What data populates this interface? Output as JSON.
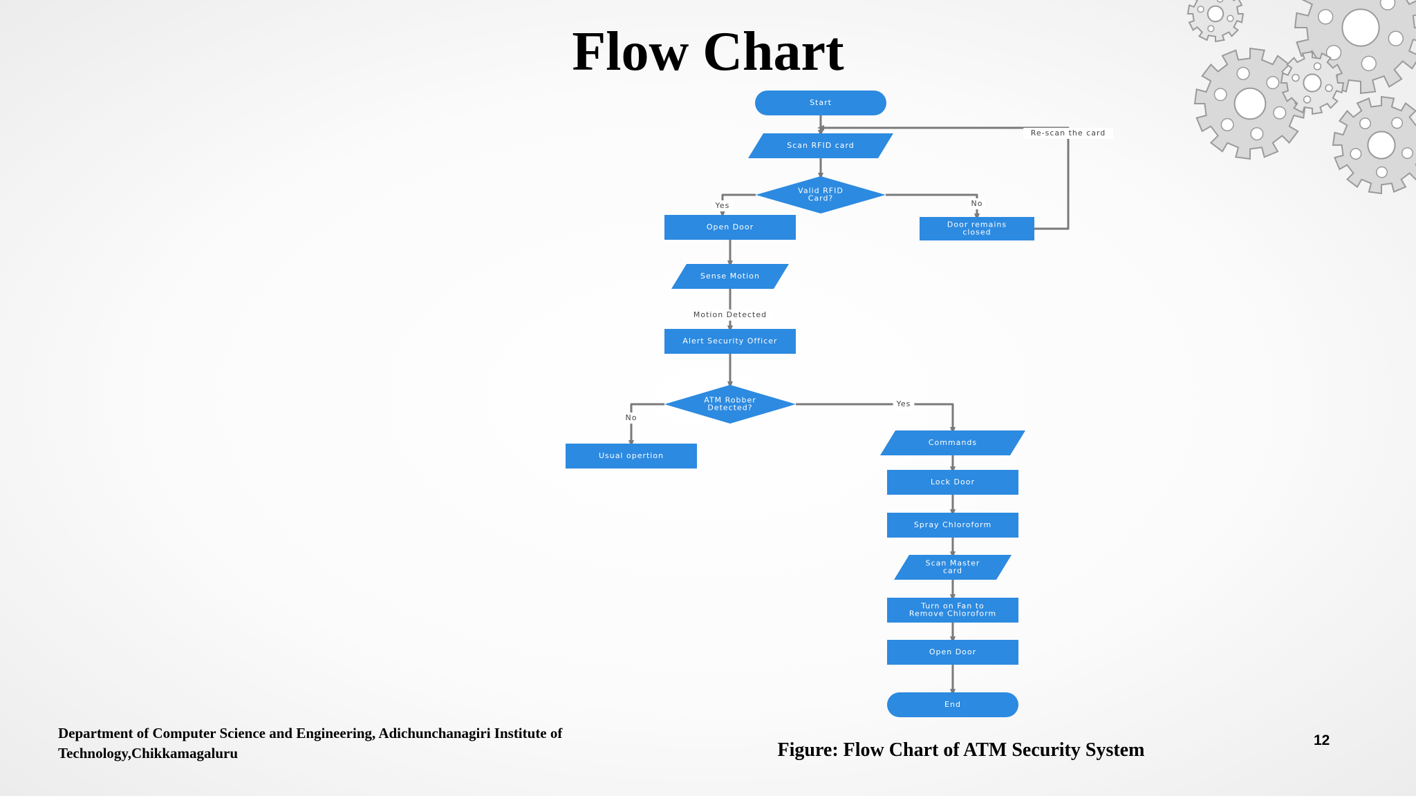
{
  "slide": {
    "title": "Flow Chart",
    "department": "Department of Computer Science and Engineering, Adichunchanagiri Institute of Technology,Chikkamagaluru",
    "caption": "Figure: Flow Chart of ATM Security System",
    "page_number": "12"
  },
  "colors": {
    "node_fill": "#2c8ae0",
    "edge": "#7a7a7a",
    "gear_light": "#d9d9d9",
    "gear_dark": "#9a9a9a"
  },
  "flowchart": {
    "nodes": [
      {
        "id": "start",
        "shape": "terminal",
        "lines": [
          "Start"
        ]
      },
      {
        "id": "scan_rfid",
        "shape": "parallelogram",
        "lines": [
          "Scan RFID card"
        ]
      },
      {
        "id": "valid_rfid",
        "shape": "diamond",
        "lines": [
          "Valid RFID",
          "Card?"
        ]
      },
      {
        "id": "open_door_1",
        "shape": "process",
        "lines": [
          "Open Door"
        ]
      },
      {
        "id": "door_closed",
        "shape": "process",
        "lines": [
          "Door remains",
          "closed"
        ]
      },
      {
        "id": "sense_motion",
        "shape": "parallelogram",
        "lines": [
          "Sense Motion"
        ]
      },
      {
        "id": "alert",
        "shape": "process",
        "lines": [
          "Alert Security Officer"
        ]
      },
      {
        "id": "robber",
        "shape": "diamond",
        "lines": [
          "ATM Robber",
          "Detected?"
        ]
      },
      {
        "id": "usual",
        "shape": "process",
        "lines": [
          "Usual opertion"
        ]
      },
      {
        "id": "commands",
        "shape": "parallelogram",
        "lines": [
          "Commands"
        ]
      },
      {
        "id": "lock_door",
        "shape": "process",
        "lines": [
          "Lock Door"
        ]
      },
      {
        "id": "spray",
        "shape": "process",
        "lines": [
          "Spray Chloroform"
        ]
      },
      {
        "id": "scan_master",
        "shape": "parallelogram",
        "lines": [
          "Scan Master",
          "card"
        ]
      },
      {
        "id": "fan",
        "shape": "process",
        "lines": [
          "Turn on Fan to",
          "Remove Chloroform"
        ]
      },
      {
        "id": "open_door_2",
        "shape": "process",
        "lines": [
          "Open Door"
        ]
      },
      {
        "id": "end",
        "shape": "terminal",
        "lines": [
          "End"
        ]
      }
    ],
    "edges": [
      {
        "from": "start",
        "to": "scan_rfid",
        "label": ""
      },
      {
        "from": "scan_rfid",
        "to": "valid_rfid",
        "label": ""
      },
      {
        "from": "valid_rfid",
        "to": "open_door_1",
        "label": "Yes"
      },
      {
        "from": "valid_rfid",
        "to": "door_closed",
        "label": "No"
      },
      {
        "from": "door_closed",
        "to": "scan_rfid",
        "label": "Re-scan the card"
      },
      {
        "from": "open_door_1",
        "to": "sense_motion",
        "label": ""
      },
      {
        "from": "sense_motion",
        "to": "alert",
        "label": "Motion Detected"
      },
      {
        "from": "alert",
        "to": "robber",
        "label": ""
      },
      {
        "from": "robber",
        "to": "usual",
        "label": "No"
      },
      {
        "from": "robber",
        "to": "commands",
        "label": "Yes"
      },
      {
        "from": "commands",
        "to": "lock_door",
        "label": ""
      },
      {
        "from": "lock_door",
        "to": "spray",
        "label": ""
      },
      {
        "from": "spray",
        "to": "scan_master",
        "label": ""
      },
      {
        "from": "scan_master",
        "to": "fan",
        "label": ""
      },
      {
        "from": "fan",
        "to": "open_door_2",
        "label": ""
      },
      {
        "from": "open_door_2",
        "to": "end",
        "label": ""
      }
    ]
  }
}
